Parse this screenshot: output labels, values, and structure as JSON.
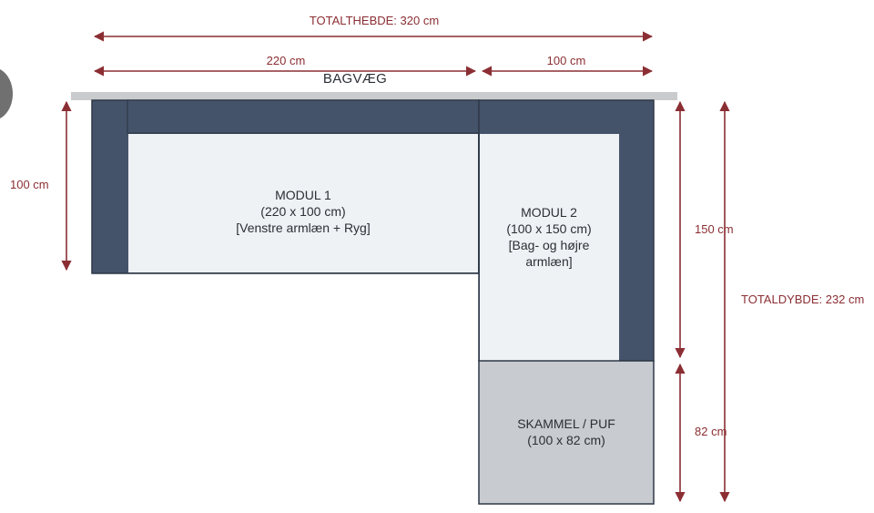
{
  "diagram": {
    "back_wall_label": "BAGVÆG",
    "dimensions": {
      "total_width": "TOTALTHEBDE: 320 cm",
      "left_width": "220 cm",
      "right_width": "100 cm",
      "left_depth": "100 cm",
      "module2_depth": "150 cm",
      "ottoman_depth": "82 cm",
      "total_depth": "TOTALDYBDE: 232 cm"
    },
    "module1": {
      "title": "MODUL 1",
      "size": "(220 x 100 cm)",
      "desc": "[Venstre armlæn + Ryg]"
    },
    "module2": {
      "title": "MODUL 2",
      "size": "(100 x 150 cm)",
      "desc_line1": "[Bag- og højre",
      "desc_line2": "armlæn]"
    },
    "ottoman": {
      "title": "SKAMMEL / PUF",
      "size": "(100 x 82 cm)"
    },
    "colors": {
      "frame": "#45536a",
      "seat": "#eef2f4",
      "ottoman": "#c8ccd1",
      "wall": "#c9cbcd",
      "dimension_line": "#8b2e33"
    }
  }
}
